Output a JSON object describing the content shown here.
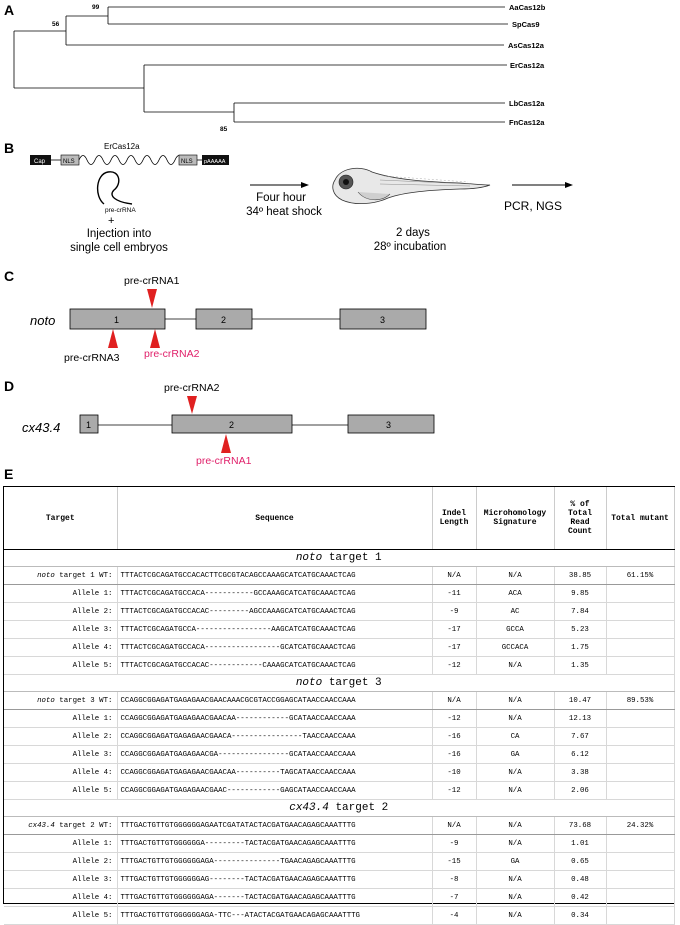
{
  "panels": {
    "a": "A",
    "b": "B",
    "c": "C",
    "d": "D",
    "e": "E"
  },
  "tree": {
    "taxa": [
      "AaCas12b",
      "SpCas9",
      "AsCas12a",
      "ErCas12a",
      "LbCas12a",
      "FnCas12a"
    ],
    "bootstrap": [
      "99",
      "56",
      "85"
    ]
  },
  "workflow": {
    "cap": "Cap",
    "nls1": "NLS",
    "gene": "ErCas12a",
    "nls2": "NLS",
    "polya": "pAAAAA",
    "precrrna": "pre-crRNA",
    "plus": "+",
    "injection_line1": "Injection into",
    "injection_line2": "single cell embryos",
    "heat_line1": "Four hour",
    "heat_line2": "34º heat shock",
    "incub_line1": "2 days",
    "incub_line2": "28º incubation",
    "final": "PCR, NGS"
  },
  "noto": {
    "gene": "noto",
    "exons": [
      "1",
      "2",
      "3"
    ],
    "guides": {
      "top": "pre-crRNA1",
      "bottom_left": "pre-crRNA3",
      "bottom_right": "pre-crRNA2"
    }
  },
  "cx": {
    "gene": "cx43.4",
    "exons": [
      "1",
      "2",
      "3"
    ],
    "guides": {
      "top": "pre-crRNA2",
      "bottom": "pre-crRNA1"
    }
  },
  "table": {
    "headers": {
      "target": "Target",
      "sequence": "Sequence",
      "indel": "Indel Length",
      "micro": "Microhomology Signature",
      "pct": "% of Total Read Count",
      "total": "Total mutant"
    },
    "sections": [
      {
        "gene": "noto",
        "suffix": " target 1",
        "wt_label_suffix": " target 1 WT:",
        "wt": {
          "seq": "TTTACTCGCAGATGCCACACTTCGCGTACAGCCAAAGCATCATGCAAACTCAG",
          "indel": "N/A",
          "micro": "N/A",
          "pct": "38.85",
          "total": "61.15%"
        },
        "alleles": [
          {
            "label": "Allele 1:",
            "seq": "TTTACTCGCAGATGCCACA-----------GCCAAAGCATCATGCAAACTCAG",
            "indel": "-11",
            "micro": "ACA",
            "pct": "9.85"
          },
          {
            "label": "Allele 2:",
            "seq": "TTTACTCGCAGATGCCACAC---------AGCCAAAGCATCATGCAAACTCAG",
            "indel": "-9",
            "micro": "AC",
            "pct": "7.84"
          },
          {
            "label": "Allele 3:",
            "seq": "TTTACTCGCAGATGCCA-----------------AAGCATCATGCAAACTCAG",
            "indel": "-17",
            "micro": "GCCA",
            "pct": "5.23"
          },
          {
            "label": "Allele 4:",
            "seq": "TTTACTCGCAGATGCCACA-----------------GCATCATGCAAACTCAG",
            "indel": "-17",
            "micro": "GCCACA",
            "pct": "1.75"
          },
          {
            "label": "Allele 5:",
            "seq": "TTTACTCGCAGATGCCACAC------------CAAAGCATCATGCAAACTCAG",
            "indel": "-12",
            "micro": "N/A",
            "pct": "1.35"
          }
        ]
      },
      {
        "gene": "noto",
        "suffix": " target 3",
        "wt_label_suffix": " target 3 WT:",
        "wt": {
          "seq": "CCAGGCGGAGATGAGAGAACGAACAAACGCGTACCGGAGCATAACCAACCAAA",
          "indel": "N/A",
          "micro": "N/A",
          "pct": "10.47",
          "total": "89.53%"
        },
        "alleles": [
          {
            "label": "Allele 1:",
            "seq": "CCAGGCGGAGATGAGAGAACGAACAA------------GCATAACCAACCAAA",
            "indel": "-12",
            "micro": "N/A",
            "pct": "12.13"
          },
          {
            "label": "Allele 2:",
            "seq": "CCAGGCGGAGATGAGAGAACGAACA----------------TAACCAACCAAA",
            "indel": "-16",
            "micro": "CA",
            "pct": "7.67"
          },
          {
            "label": "Allele 3:",
            "seq": "CCAGGCGGAGATGAGAGAACGA----------------GCATAACCAACCAAA",
            "indel": "-16",
            "micro": "GA",
            "pct": "6.12"
          },
          {
            "label": "Allele 4:",
            "seq": "CCAGGCGGAGATGAGAGAACGAACAA----------TAGCATAACCAACCAAA",
            "indel": "-10",
            "micro": "N/A",
            "pct": "3.38"
          },
          {
            "label": "Allele 5:",
            "seq": "CCAGGCGGAGATGAGAGAACGAAC------------GAGCATAACCAACCAAA",
            "indel": "-12",
            "micro": "N/A",
            "pct": "2.06"
          }
        ]
      },
      {
        "gene": "cx43.4",
        "suffix": " target 2",
        "wt_label_suffix": " target 2 WT:",
        "wt": {
          "seq": "TTTGACTGTTGTGGGGGGAGAATCGATATACTACGATGAACAGAGCAAATTTG",
          "indel": "N/A",
          "micro": "N/A",
          "pct": "73.68",
          "total": "24.32%"
        },
        "alleles": [
          {
            "label": "Allele 1:",
            "seq": "TTTGACTGTTGTGGGGGGA---------TACTACGATGAACAGAGCAAATTTG",
            "indel": "-9",
            "micro": "N/A",
            "pct": "1.01"
          },
          {
            "label": "Allele 2:",
            "seq": "TTTGACTGTTGTGGGGGGAGA---------------TGAACAGAGCAAATTTG",
            "indel": "-15",
            "micro": "GA",
            "pct": "0.65"
          },
          {
            "label": "Allele 3:",
            "seq": "TTTGACTGTTGTGGGGGGAG--------TACTACGATGAACAGAGCAAATTTG",
            "indel": "-8",
            "micro": "N/A",
            "pct": "0.48"
          },
          {
            "label": "Allele 4:",
            "seq": "TTTGACTGTTGTGGGGGGAGA-------TACTACGATGAACAGAGCAAATTTG",
            "indel": "-7",
            "micro": "N/A",
            "pct": "0.42"
          },
          {
            "label": "Allele 5:",
            "seq": "TTTGACTGTTGTGGGGGGAGA-TTC---ATACTACGATGAACAGAGCAAATTTG",
            "indel": "-4",
            "micro": "N/A",
            "pct": "0.34"
          }
        ]
      }
    ]
  }
}
